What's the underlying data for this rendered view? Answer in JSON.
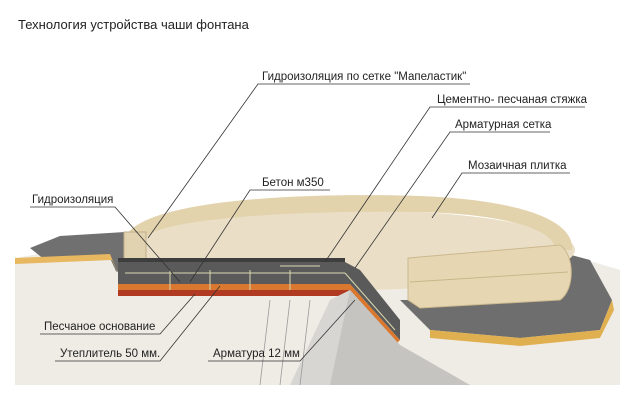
{
  "document": {
    "title": "Технология устройства чаши фонтана"
  },
  "diagram": {
    "labels": {
      "waterproofing_mesh": "Гидроизоляция по сетке \"Мапеластик\"",
      "cement_screed": "Цементно- песчаная стяжка",
      "rebar_mesh": "Арматурная сетка",
      "mosaic_tile": "Мозаичная плитка",
      "concrete": "Бетон м350",
      "waterproofing": "Гидроизоляция",
      "sand_base": "Песчаное основание",
      "insulation": "Утеплитель 50 мм.",
      "rebar": "Арматура 12 мм"
    },
    "colors": {
      "stone": "#e8dcc0",
      "paving": "#6e6e6e",
      "concrete": "#5a5a5a",
      "orange": "#d9782e",
      "red": "#b03a22",
      "sand": "#e8b860",
      "ground": "#eeebe4"
    }
  }
}
